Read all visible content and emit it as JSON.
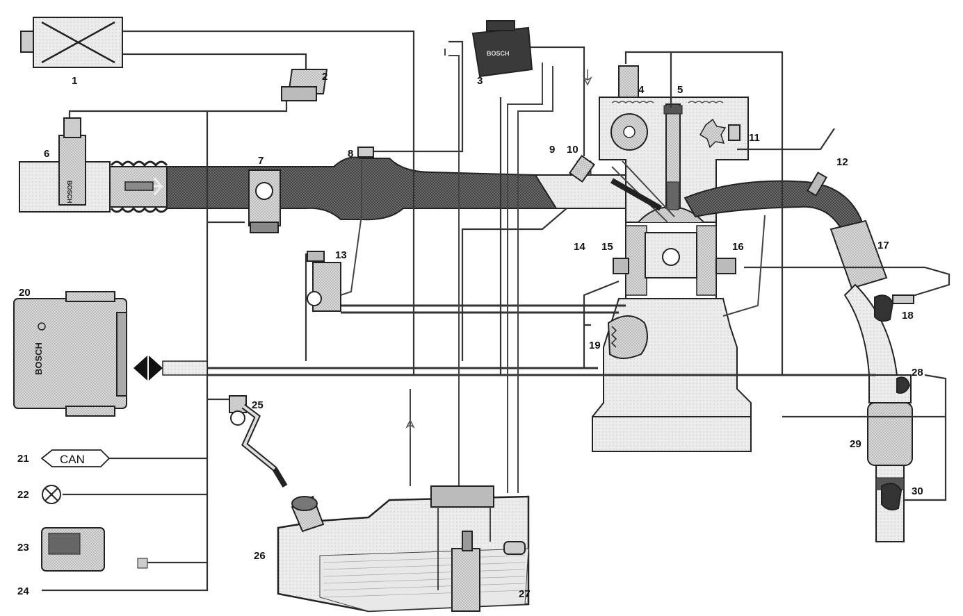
{
  "diagram": {
    "can_label": "CAN",
    "ecu_brand": "BOSCH",
    "canister_brand": "BOSCH",
    "maf_brand": "BOSCH",
    "labels": [
      "1",
      "2",
      "3",
      "4",
      "5",
      "6",
      "7",
      "8",
      "9",
      "10",
      "11",
      "12",
      "13",
      "14",
      "15",
      "16",
      "17",
      "18",
      "19",
      "20",
      "21",
      "22",
      "23",
      "24",
      "25",
      "26",
      "27",
      "28",
      "29",
      "30"
    ]
  }
}
